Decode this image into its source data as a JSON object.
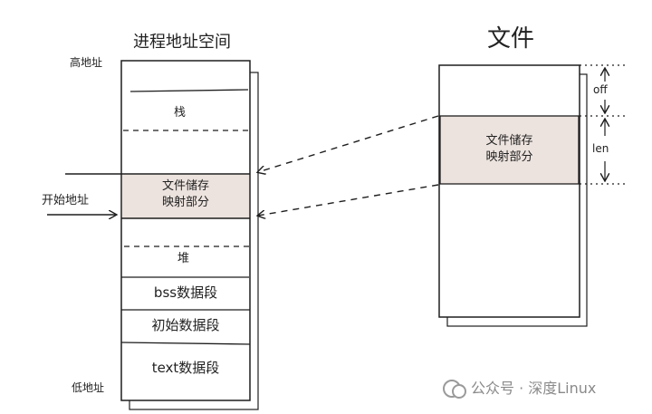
{
  "process": {
    "title": "进程地址空间",
    "high_address": "高地址",
    "low_address": "低地址",
    "start_address": "开始地址",
    "segments": {
      "stack": "栈",
      "mapping_line1": "文件储存",
      "mapping_line2": "映射部分",
      "heap": "堆",
      "bss": "bss数据段",
      "init_data": "初始数据段",
      "text": "text数据段"
    }
  },
  "file": {
    "title": "文件",
    "mapping_line1": "文件储存",
    "mapping_line2": "映射部分",
    "off_label": "off",
    "len_label": "len"
  },
  "watermark": {
    "text": "公众号 · 深度Linux",
    "icon": "wechat-icon"
  },
  "colors": {
    "mapping_fill": "#ece3de",
    "stroke": "#1e1e1e"
  }
}
